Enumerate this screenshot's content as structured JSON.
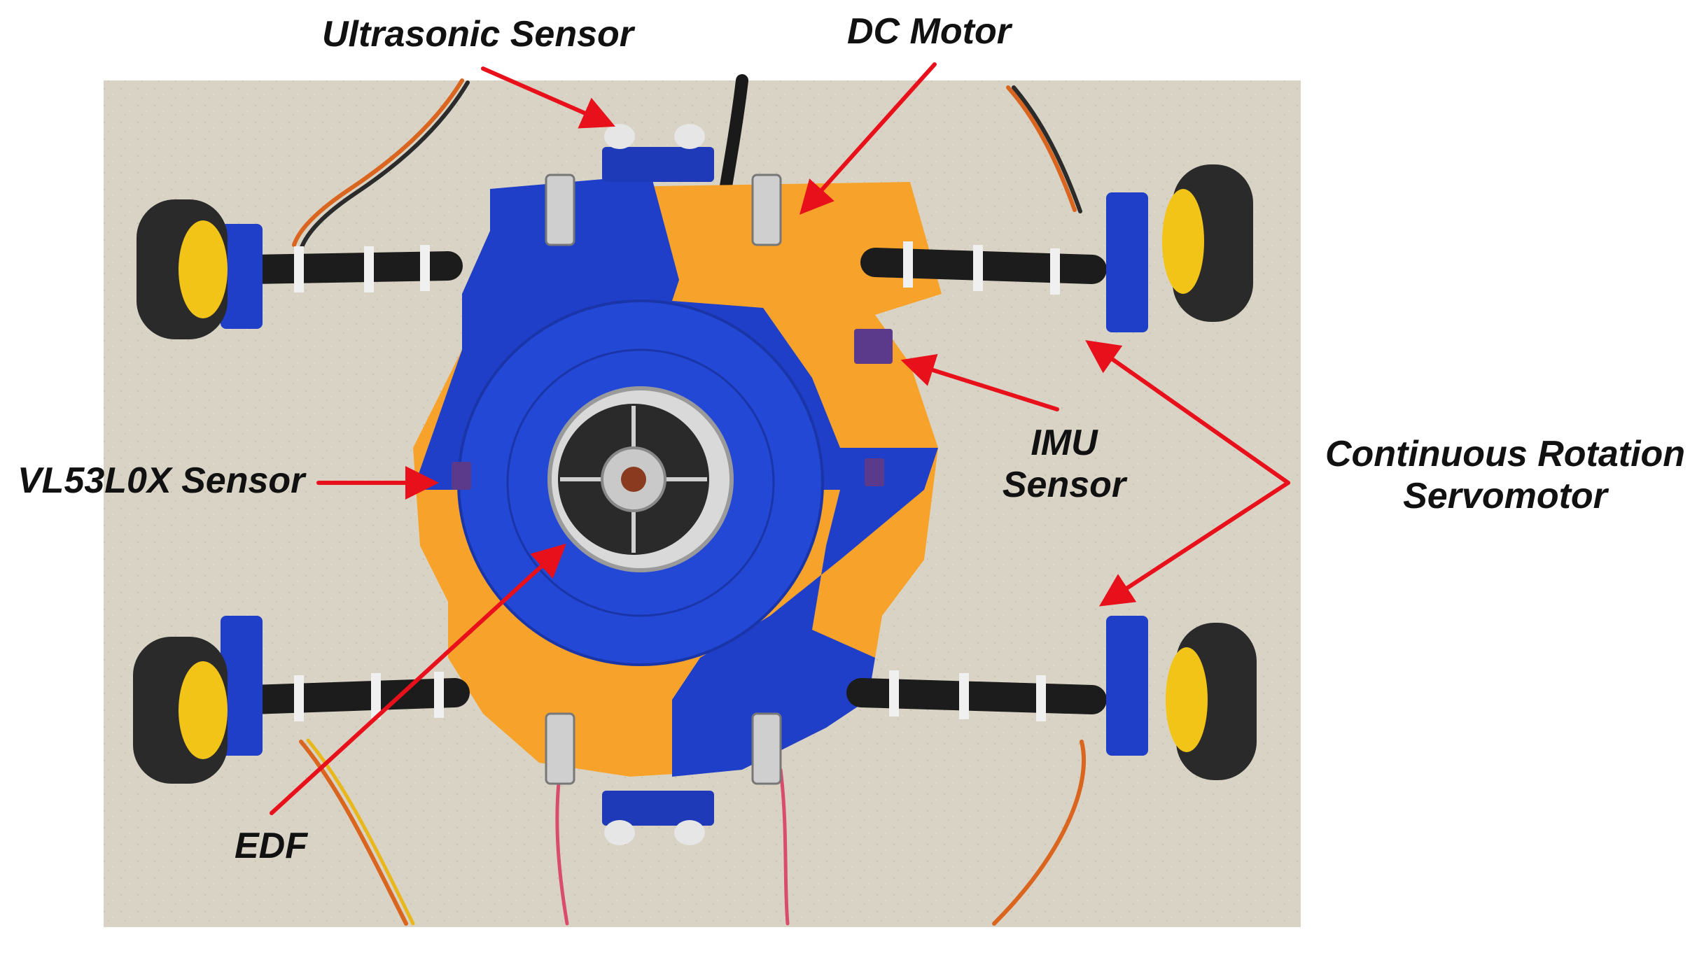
{
  "labels": {
    "ultrasonic_sensor": "Ultrasonic Sensor",
    "dc_motor": "DC Motor",
    "vl53l0x_sensor": "VL53L0X Sensor",
    "imu_sensor_line1": "IMU",
    "imu_sensor_line2": "Sensor",
    "continuous_rotation_line1": "Continuous Rotation",
    "continuous_rotation_line2": "Servomotor",
    "edf": "EDF"
  },
  "colors": {
    "arrow": "#e8101b",
    "chassis_blue": "#1f3fc8",
    "chassis_orange": "#f7a32b",
    "floor": "#d9d3c6",
    "wheel_hub": "#f2c417",
    "tire": "#2a2a2a"
  }
}
